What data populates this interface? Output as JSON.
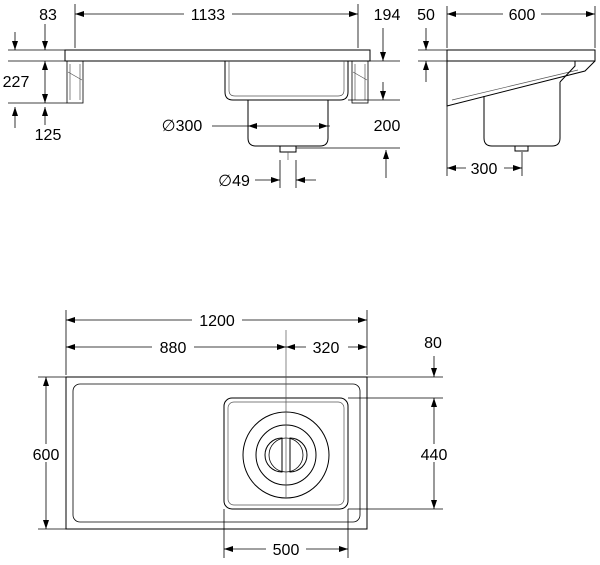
{
  "side_view": {
    "dim_83": "83",
    "dim_1133": "1133",
    "dim_194": "194",
    "dim_227": "227",
    "dim_125": "125",
    "dim_300_dia": "∅300",
    "dim_200": "200",
    "dim_49_dia": "∅49"
  },
  "end_view": {
    "dim_50": "50",
    "dim_600": "600",
    "dim_300": "300"
  },
  "plan_view": {
    "dim_1200": "1200",
    "dim_880": "880",
    "dim_320": "320",
    "dim_80": "80",
    "dim_600": "600",
    "dim_440": "440",
    "dim_500": "500"
  }
}
